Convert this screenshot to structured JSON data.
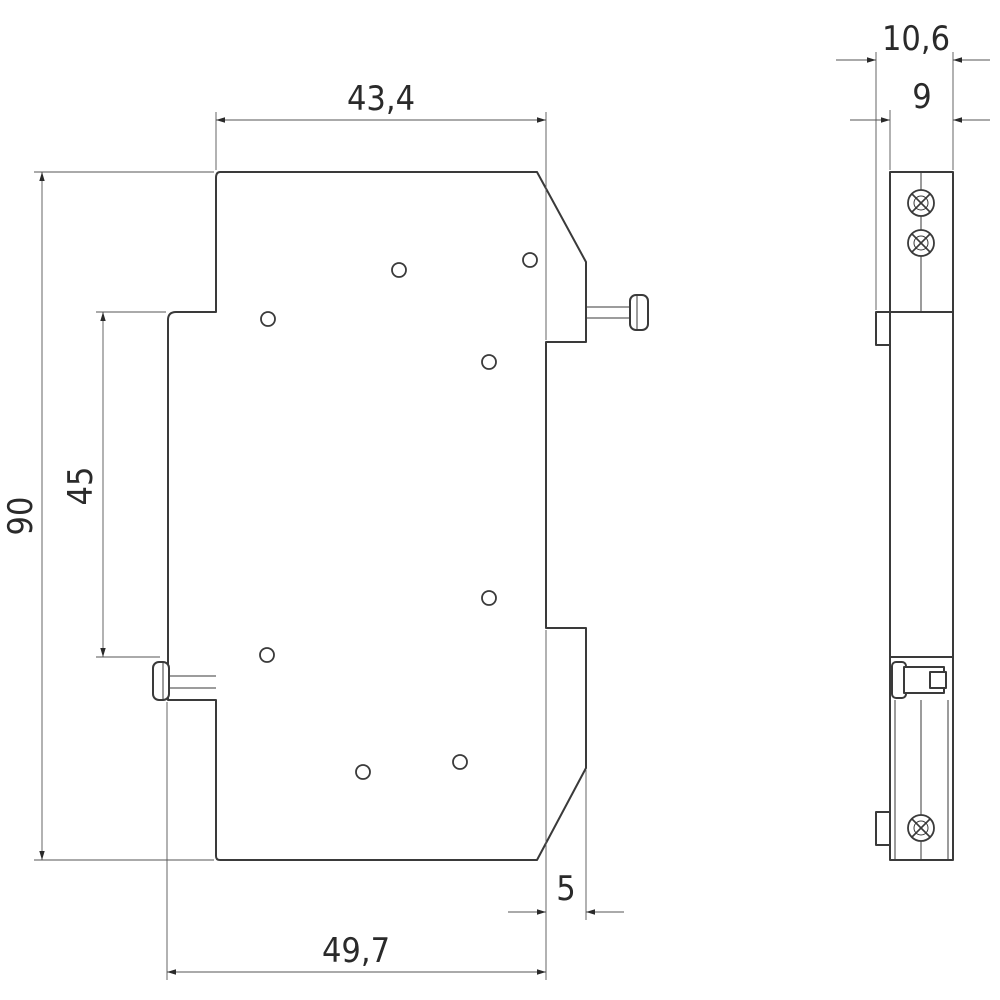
{
  "dimensions": {
    "width_top": "43,4",
    "width_bottom": "49,7",
    "height_total": "90",
    "height_mid": "45",
    "offset": "5",
    "side_outer": "10,6",
    "side_inner": "9"
  },
  "colors": {
    "line": "#3a3a3a",
    "background": "#ffffff"
  }
}
